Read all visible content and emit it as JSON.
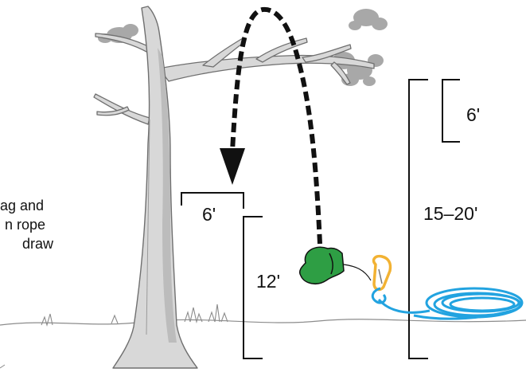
{
  "caption": {
    "line1": "ag and",
    "line2": "n rope",
    "line3": "draw"
  },
  "measurements": {
    "top_right": "6'",
    "total_height": "15–20'",
    "left_top": "6'",
    "left_height": "12'"
  },
  "colors": {
    "bag": "#2e9e44",
    "rope": "#22a3e0",
    "carabiner": "#f2b233",
    "tree": "#d8d8d8",
    "foliage": "#a8a8a8",
    "arrow": "#111111"
  }
}
